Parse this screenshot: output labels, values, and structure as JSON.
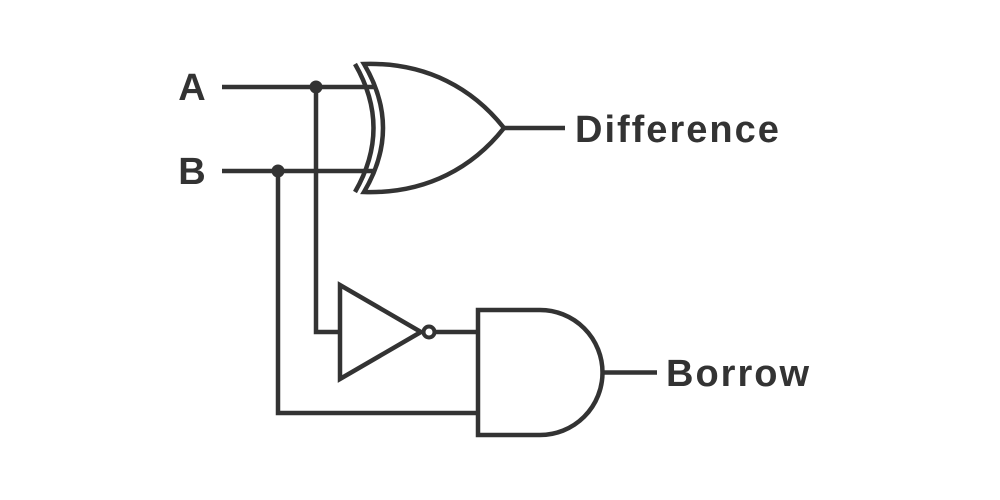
{
  "diagram": {
    "kind": "logic-circuit",
    "inputs": [
      {
        "label": "A"
      },
      {
        "label": "B"
      }
    ],
    "outputs": [
      {
        "label": "Difference"
      },
      {
        "label": "Borrow"
      }
    ],
    "gates": [
      {
        "type": "XOR",
        "inputs": [
          "A",
          "B"
        ],
        "output": "Difference"
      },
      {
        "type": "NOT",
        "inputs": [
          "A"
        ],
        "output": "inverted A"
      },
      {
        "type": "AND",
        "inputs": [
          "inverted A",
          "B"
        ],
        "output": "Borrow"
      }
    ],
    "colors": {
      "stroke": "#333333",
      "background": "#ffffff"
    }
  }
}
